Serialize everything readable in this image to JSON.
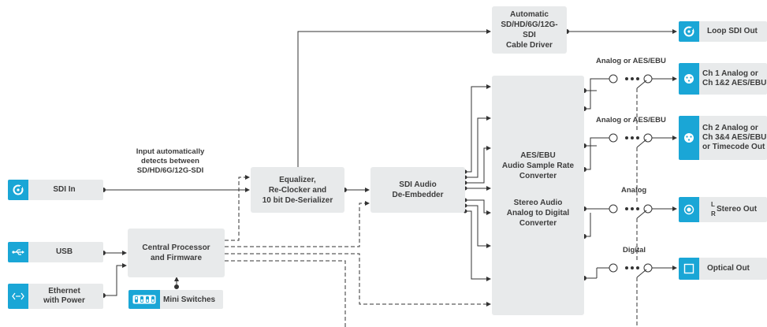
{
  "inputs": {
    "sdi_in": "SDI In",
    "usb": "USB",
    "ethernet": "Ethernet\nwith Power",
    "mini_switches": "Mini Switches"
  },
  "blocks": {
    "cable_driver": "Automatic\nSD/HD/6G/12G-SDI\nCable Driver",
    "equalizer": "Equalizer,\nRe-Clocker and\n10 bit De-Serializer",
    "de_embedder": "SDI Audio\nDe-Embedder",
    "cpu": "Central Processor\nand Firmware",
    "aes_converter": "AES/EBU\nAudio Sample Rate\nConverter",
    "stereo_converter": "Stereo Audio\nAnalog to Digital\nConverter"
  },
  "notes": {
    "input_detect": "Input automatically\ndetects between\nSD/HD/6G/12G-SDI",
    "analog_aes_1": "Analog or AES/EBU",
    "analog_aes_2": "Analog or AES/EBU",
    "analog": "Analog",
    "digital": "Digital",
    "left": "L",
    "right": "R"
  },
  "outputs": {
    "loop_sdi": "Loop SDI Out",
    "ch1": "Ch 1 Analog or\nCh 1&2 AES/EBU",
    "ch2": "Ch 2 Analog or\nCh 3&4 AES/EBU\nor Timecode Out",
    "stereo": "Stereo Out",
    "optical": "Optical Out"
  },
  "icons": {
    "sdi": "bnc-connector-icon",
    "usb": "usb-icon",
    "ethernet": "ethernet-icon",
    "xlr": "xlr-connector-icon",
    "rca": "rca-connector-icon",
    "optical": "optical-connector-icon",
    "switches": "dip-switch-icon"
  },
  "colors": {
    "accent": "#1aa6d6",
    "box": "#e8eaeb",
    "line": "#333333"
  }
}
